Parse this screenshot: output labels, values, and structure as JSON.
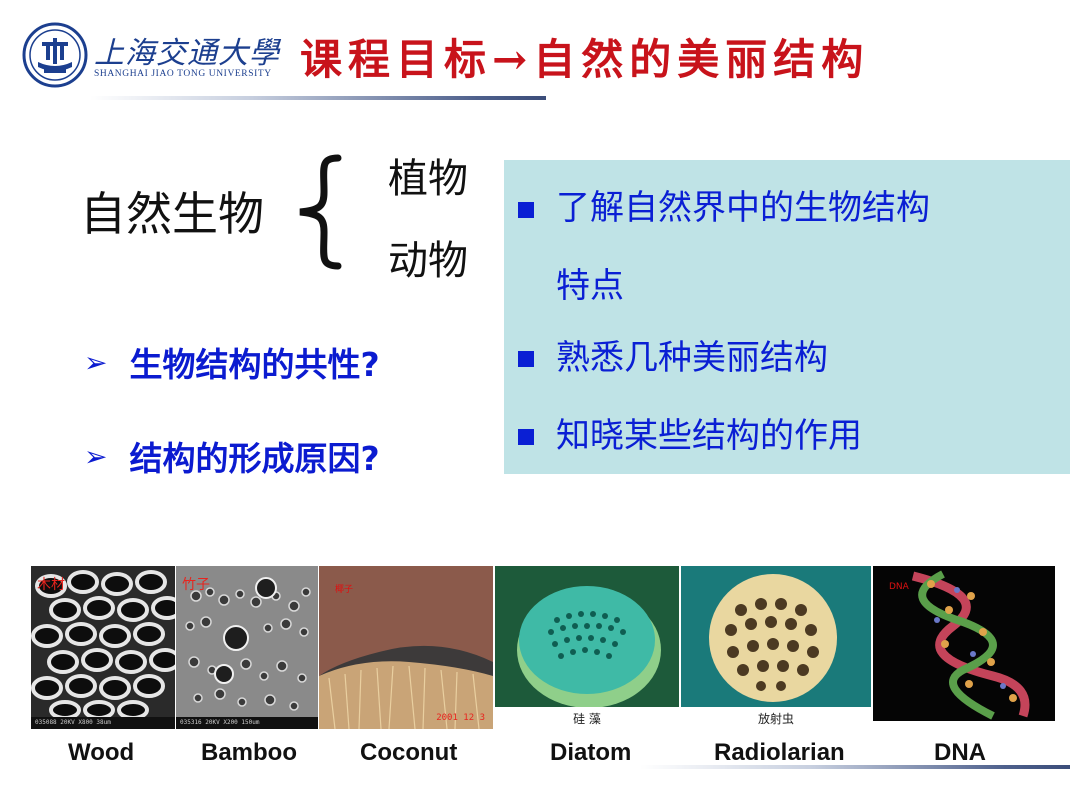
{
  "header": {
    "logo_cn": "上海交通大學",
    "logo_en": "SHANGHAI JIAO TONG UNIVERSITY",
    "logo_icon": "university-seal-icon",
    "title": "课程目标→自然的美丽结构"
  },
  "left": {
    "nature_label": "自然生物",
    "branches": [
      "植物",
      "动物"
    ],
    "questions": [
      "生物结构的共性?",
      "结构的形成原因?"
    ],
    "question_bullet": "➢"
  },
  "goals": {
    "items": [
      "了解自然界中的生物结构",
      "特点",
      "熟悉几种美丽结构",
      "知晓某些结构的作用"
    ]
  },
  "strip": {
    "photos": [
      {
        "tag": "木材",
        "sem": "035088 20KV X800 38um",
        "label": "Wood"
      },
      {
        "tag": "竹子",
        "sem": "035316 20KV X200 150um",
        "label": "Bamboo"
      },
      {
        "tag": "椰子",
        "date": "2001 12 3",
        "label": "Coconut"
      },
      {
        "caption": "硅 藻",
        "label": "Diatom"
      },
      {
        "caption": "放射虫",
        "label": "Radiolarian"
      },
      {
        "tag": "DNA",
        "label": "DNA"
      }
    ]
  },
  "colors": {
    "title_red": "#c8131b",
    "question_blue": "#0b1bd0",
    "goal_blue": "#0a1fd4",
    "panel_bg": "#bfe3e6",
    "brand_navy": "#1c3f8f"
  }
}
